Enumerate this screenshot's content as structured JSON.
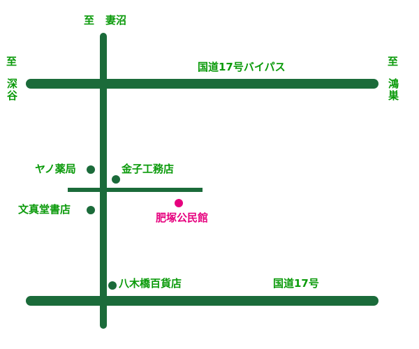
{
  "colors": {
    "road": "#1b6b3a",
    "label": "#0a9a0a",
    "landmark_dot": "#1b6b3a",
    "destination": "#e6007e",
    "background": "#ffffff"
  },
  "directions": {
    "north": {
      "prefix": "至",
      "place": "妻沼"
    },
    "west": {
      "prefix": "至",
      "place": "深谷"
    },
    "east": {
      "prefix": "至",
      "place": "鴻巣"
    }
  },
  "roads": {
    "bypass": "国道17号バイパス",
    "route17": "国道17号"
  },
  "landmarks": {
    "yano": "ヤノ薬局",
    "kaneko": "金子工務店",
    "bunshindo": "文真堂書店",
    "yagibashi": "八木橋百貨店"
  },
  "destination": {
    "name": "肥塚公民館",
    "icon": "pin-dot"
  }
}
